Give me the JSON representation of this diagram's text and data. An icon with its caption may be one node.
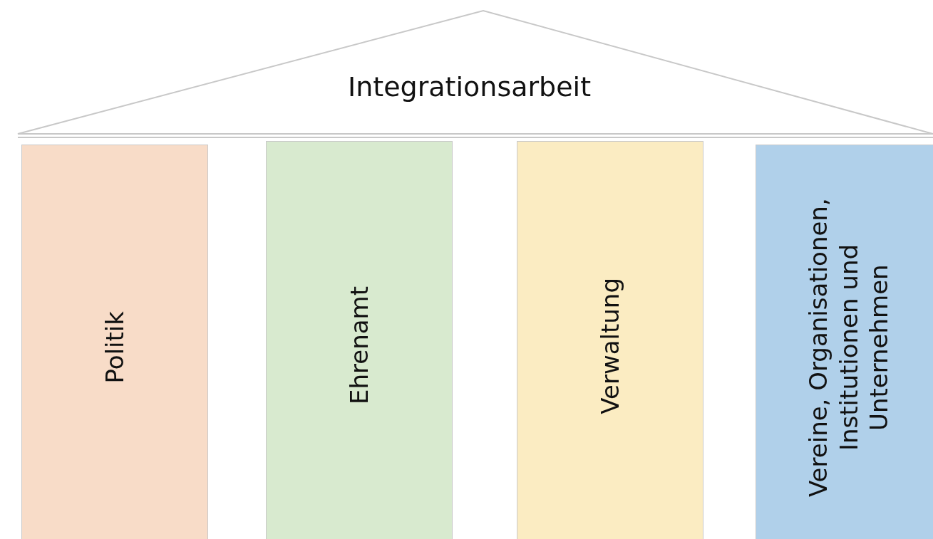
{
  "diagram": {
    "nodes": [
      {
        "text": [
          "Integrationsarbeit"
        ]
      },
      {
        "text": [
          "Politik"
        ]
      },
      {
        "text": [
          "Ehrenamt"
        ]
      },
      {
        "text": [
          "Verwaltung"
        ]
      },
      {
        "text": [
          "Vereine, Organisationen, Institutionen und Unternehmen"
        ]
      }
    ]
  }
}
